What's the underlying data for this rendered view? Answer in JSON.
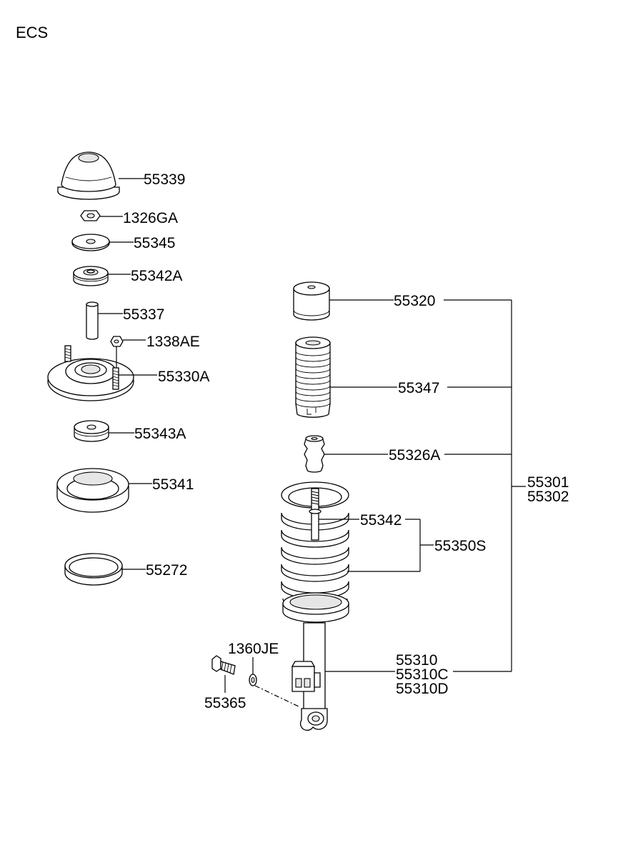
{
  "title": "ECS",
  "labels": {
    "p55339": "55339",
    "p1326GA": "1326GA",
    "p55345": "55345",
    "p55342A": "55342A",
    "p55337": "55337",
    "p1338AE": "1338AE",
    "p55330A": "55330A",
    "p55343A": "55343A",
    "p55341": "55341",
    "p55272": "55272",
    "p55320": "55320",
    "p55347": "55347",
    "p55326A": "55326A",
    "p55342": "55342",
    "p55350S": "55350S",
    "p55301": "55301",
    "p55302": "55302",
    "p55310": "55310",
    "p55310C": "55310C",
    "p55310D": "55310D",
    "p1360JE": "1360JE",
    "p55365": "55365"
  }
}
